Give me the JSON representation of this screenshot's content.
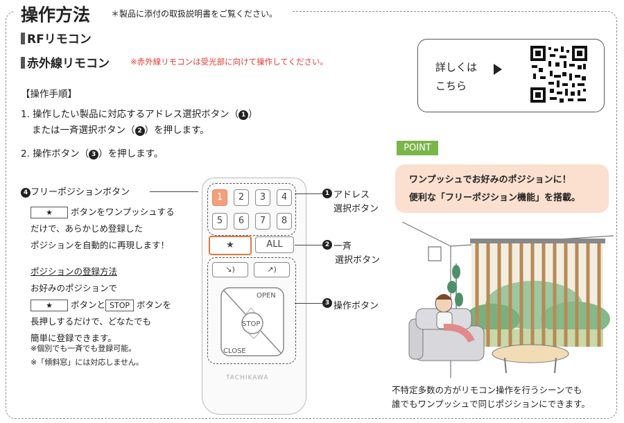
{
  "header": {
    "title": "操作方法",
    "note": "＊製品に添付の取扱説明書をご覧ください。"
  },
  "sections": {
    "rf": "RFリモコン",
    "ir": "赤外線リモコン",
    "ir_note": "※赤外線リモコンは受光部に向けて操作してください。"
  },
  "steps": {
    "heading": "【操作手順】",
    "step1_line1": "1. 操作したい製品に対応するアドレス選択ボタン（",
    "step1_line1_end": "）",
    "step1_line2": "または一斉選択ボタン（",
    "step1_line2_end": "）を押します。",
    "step2": "2. 操作ボタン（",
    "step2_end": "）を押します。",
    "num1": "1",
    "num2": "2",
    "num3": "3",
    "num4": "4"
  },
  "free_position": {
    "title": "フリーポジションボタン",
    "star": "★",
    "desc1": "ボタンをワンプッシュする",
    "desc2": "だけで、あらかじめ登録した",
    "desc3": "ポジションを自動的に再現します！",
    "reg_title": "ポジションの登録方法",
    "reg1": "お好みのポジションで",
    "reg2_a": "ボタンと",
    "reg2_stop": "STOP",
    "reg2_b": "ボタンを",
    "reg3": "長押しするだけで、どなたでも",
    "reg4": "簡単に登録できます。",
    "note1": "※個別でも一斉でも登録可能。",
    "note2": "※「傾斜窓」には対応しません。"
  },
  "remote": {
    "keys": [
      "1",
      "2",
      "3",
      "4",
      "5",
      "6",
      "7",
      "8"
    ],
    "star": "★",
    "all": "ALL",
    "open": "OPEN",
    "stop": "STOP",
    "close": "CLOSE",
    "brand": "TACHIKAWA"
  },
  "callouts": {
    "c1_line1": "アドレス",
    "c1_line2": "選択ボタン",
    "c2_line1": "一斉",
    "c2_line2": "選択ボタン",
    "c3": "操作ボタン"
  },
  "qr": {
    "line1": "詳しくは",
    "line2": "こちら"
  },
  "point": {
    "badge": "POINT",
    "line1": "ワンプッシュでお好みのポジションに！",
    "line2": "便利な「フリーポジション機能」を搭載。"
  },
  "caption": {
    "line1": "不特定多数の方がリモコン操作を行うシーンでも",
    "line2": "誰でもワンプッシュで同じポジションにできます。"
  },
  "colors": {
    "accent_red": "#e23b32",
    "point_green": "#7ab648",
    "peach": "#fbe0cf",
    "key_orange": "#f4a07a"
  }
}
